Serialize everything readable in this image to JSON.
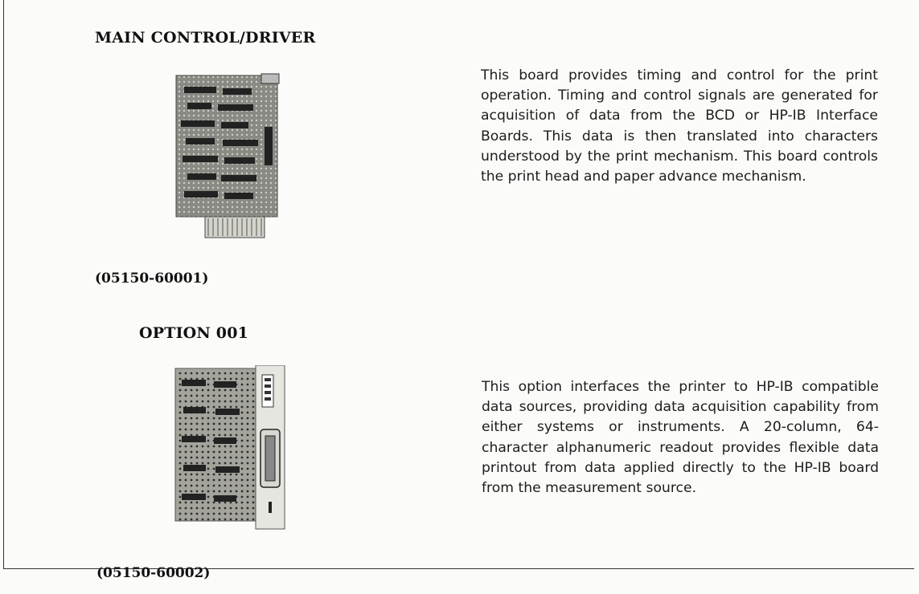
{
  "section1": {
    "heading": "MAIN CONTROL/DRIVER",
    "part_number": "(05150-60001)",
    "image": "main-control-driver-board-photo",
    "description": "This board provides timing and control for the print operation. Timing and control signals are generated for acquisition of data from the BCD or HP-IB Interface Boards. This data is then translated into characters understood by the print mechanism. This board controls the print head and paper advance mechanism."
  },
  "section2": {
    "heading": "OPTION 001",
    "part_number": "(05150-60002)",
    "image": "option-001-hpib-board-photo",
    "description": "This option interfaces the printer to HP-IB compatible data sources, providing data acquisition capability from either systems or instruments. A 20-column, 64-character alphanumeric readout provides flexible data printout from data applied directly to the HP-IB board from the measurement source."
  }
}
